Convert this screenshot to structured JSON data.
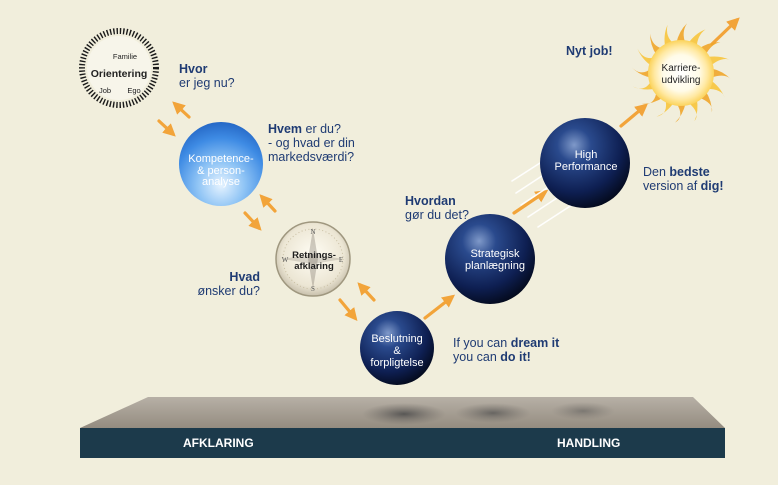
{
  "stages": {
    "orientering": {
      "label": "Orientering",
      "top": "Familie",
      "left": "Job",
      "right": "Ego"
    },
    "kompetence": {
      "line1": "Kompetence-",
      "line2": "& person-",
      "line3": "analyse"
    },
    "retning": {
      "line1": "Retnings-",
      "line2": "afklaring",
      "n": "N",
      "e": "E",
      "s": "S",
      "w": "W"
    },
    "beslutning": {
      "line1": "Beslutning",
      "line2": "&",
      "line3": "forpligtelse"
    },
    "strategisk": {
      "line1": "Strategisk",
      "line2": "planlægning"
    },
    "high": {
      "line1": "High",
      "line2": "Performance"
    },
    "karriere": {
      "line1": "Karriere-",
      "line2": "udvikling"
    }
  },
  "questions": {
    "hvor": {
      "bold": "Hvor",
      "rest": "er jeg nu?"
    },
    "hvem": {
      "bold": "Hvem",
      "rest1": " er du?",
      "rest2": "- og hvad er din",
      "rest3": "markedsværdi?"
    },
    "hvad": {
      "bold": "Hvad",
      "rest": "ønsker du?"
    },
    "hvordan": {
      "bold": "Hvordan",
      "rest": "gør du det?"
    },
    "dream": {
      "pre1": "If you can ",
      "bold1": "dream it",
      "pre2": "you can ",
      "bold2": "do it!"
    },
    "bedste": {
      "pre1": "Den ",
      "bold1": "bedste",
      "pre2": "version af ",
      "bold2": "dig!"
    },
    "nytjob": "Nyt job!"
  },
  "platform": {
    "left_label": "AFKLARING",
    "right_label": "HANDLING"
  },
  "colors": {
    "background": "#f1eedc",
    "arrow": "#f2a43a",
    "question_text": "#1f3b73",
    "platform_top": "#a39b90",
    "platform_front": "#1c3a4b",
    "sphere_dark": "#0c1a40",
    "sphere_light": "#3f8ee6"
  }
}
